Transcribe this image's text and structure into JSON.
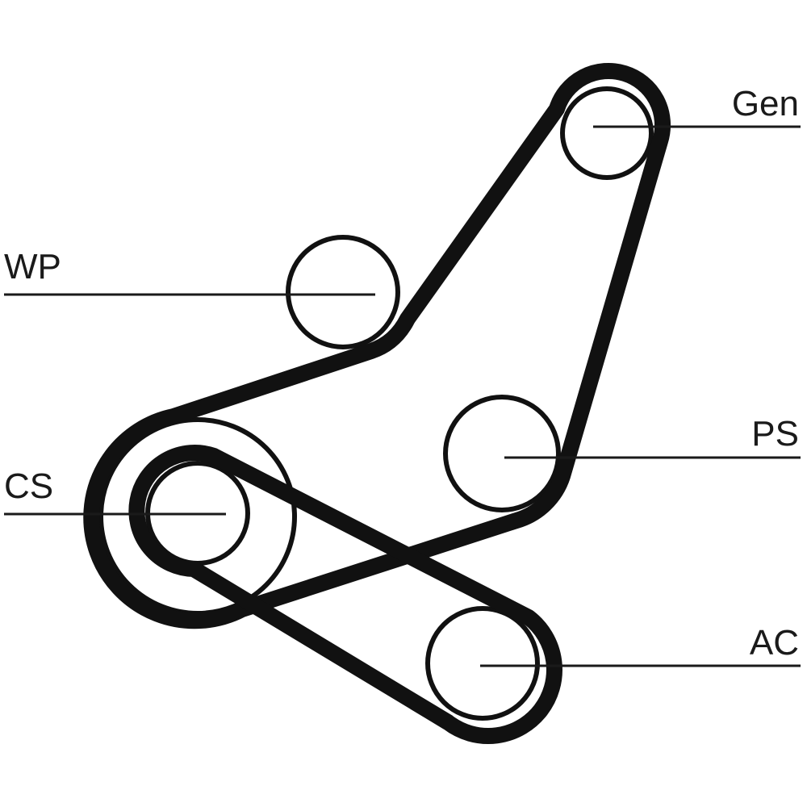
{
  "diagram": {
    "type": "belt-routing",
    "colors": {
      "belt": "#111111",
      "line": "#1a1a1a",
      "background": "#ffffff"
    },
    "pulleys": [
      {
        "id": "gen",
        "label": "Gen"
      },
      {
        "id": "wp",
        "label": "WP"
      },
      {
        "id": "ps",
        "label": "PS"
      },
      {
        "id": "cs",
        "label": "CS"
      },
      {
        "id": "ac",
        "label": "AC"
      }
    ]
  }
}
